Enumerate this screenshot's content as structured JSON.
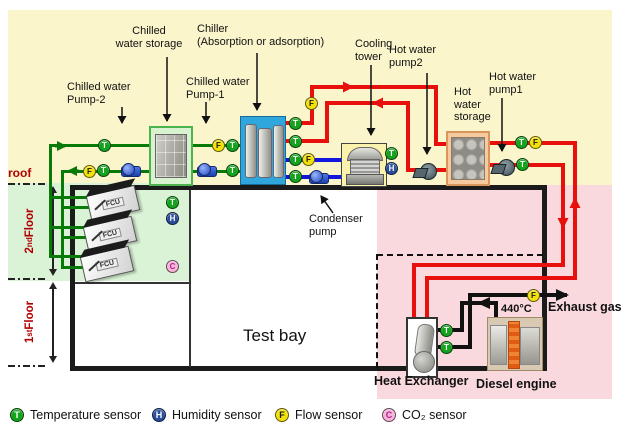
{
  "labels": {
    "chilled_storage": "Chilled\nwater storage",
    "chiller": "Chiller\n(Absorption or adsorption)",
    "cooling_tower": "Cooling\ntower",
    "chilled_pump2": "Chilled water\nPump-2",
    "chilled_pump1": "Chilled water\nPump-1",
    "hot_water_pump2": "Hot water\npump2",
    "hot_water_storage": "Hot\nwater\nstorage",
    "hot_water_pump1": "Hot water\npump1",
    "condenser_pump": "Condenser\npump",
    "test_bay": "Test bay",
    "heat_exchanger": "Heat Exchanger",
    "diesel_engine": "Diesel engine",
    "exhaust_temp": "440°C",
    "exhaust_gas": "Exhaust gas",
    "roof": "roof",
    "fcu": "FCU"
  },
  "floors": {
    "second": {
      "num": "2",
      "sup": "nd",
      "rest": " Floor"
    },
    "first": {
      "num": "1",
      "sup": "st",
      "rest": " Floor"
    }
  },
  "legend": {
    "temperature": "Temperature sensor",
    "humidity": "Humidity sensor",
    "flow": "Flow sensor",
    "co2": "CO₂ sensor"
  },
  "sensors": {
    "letters": {
      "t": "T",
      "h": "H",
      "f": "F",
      "c": "C"
    }
  },
  "colors": {
    "temperature_sensor": "#14a31c",
    "humidity_sensor": "#2a4d9b",
    "flow_sensor": "#f2e10a",
    "co2_sensor": "#f5b5d9",
    "hot_water_pipe": "#e8100c",
    "chilled_water_pipe": "#077a07",
    "condenser_water_pipe": "#1515e0",
    "exhaust_pipe": "#111111",
    "roof_zone": "#fbf5cc",
    "floor2_zone": "#daf2d6",
    "floor1_zone": "#f9d9de",
    "floor_label": "#b00000"
  }
}
